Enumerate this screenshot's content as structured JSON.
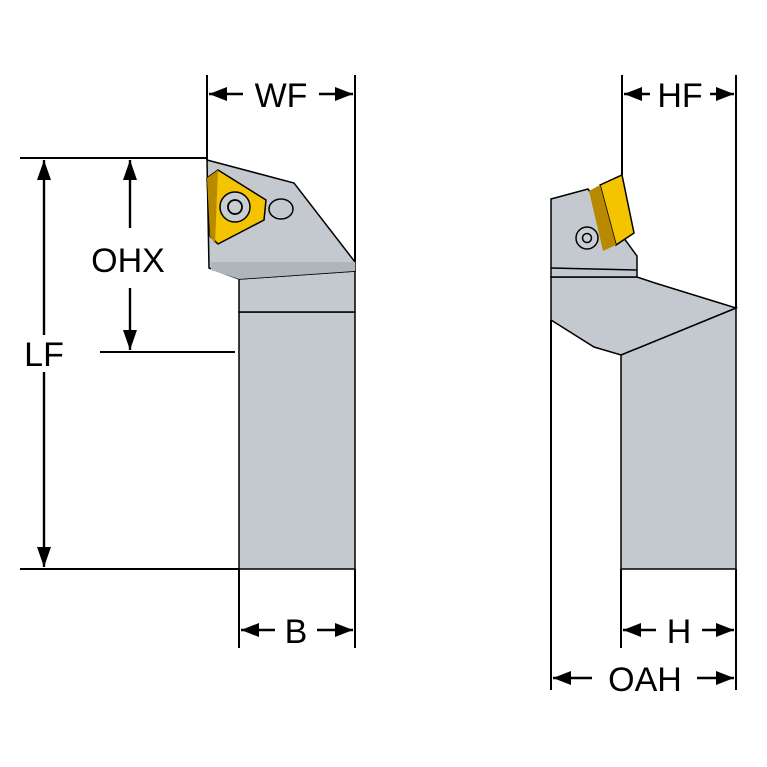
{
  "labels": {
    "wf": "WF",
    "ohx": "OHX",
    "lf": "LF",
    "b": "B",
    "hf": "HF",
    "h": "H",
    "oah": "OAH"
  },
  "colors": {
    "body": "#c3c9ce",
    "body_shade": "#aeb5bb",
    "insert": "#f5c400",
    "insert_shade": "#b98a00",
    "screw": "#c9ced3",
    "line": "#000000"
  }
}
